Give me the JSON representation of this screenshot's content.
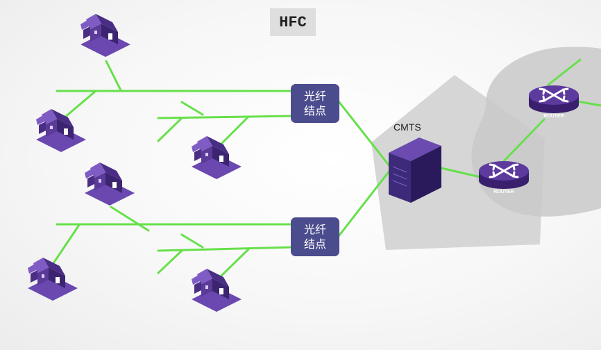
{
  "title": "HFC",
  "fiber_nodes": [
    {
      "line1": "光纤",
      "line2": "结点"
    },
    {
      "line1": "光纤",
      "line2": "结点"
    }
  ],
  "cmts_label": "CMTS",
  "router_label": "ROUTER",
  "colors": {
    "cable": "#66e04a",
    "node": "#4b4c8d",
    "house": "#5b3a98",
    "router": "#4f2f8a",
    "server": "#3d2a7a",
    "backdrop": "#d8d8d8"
  }
}
